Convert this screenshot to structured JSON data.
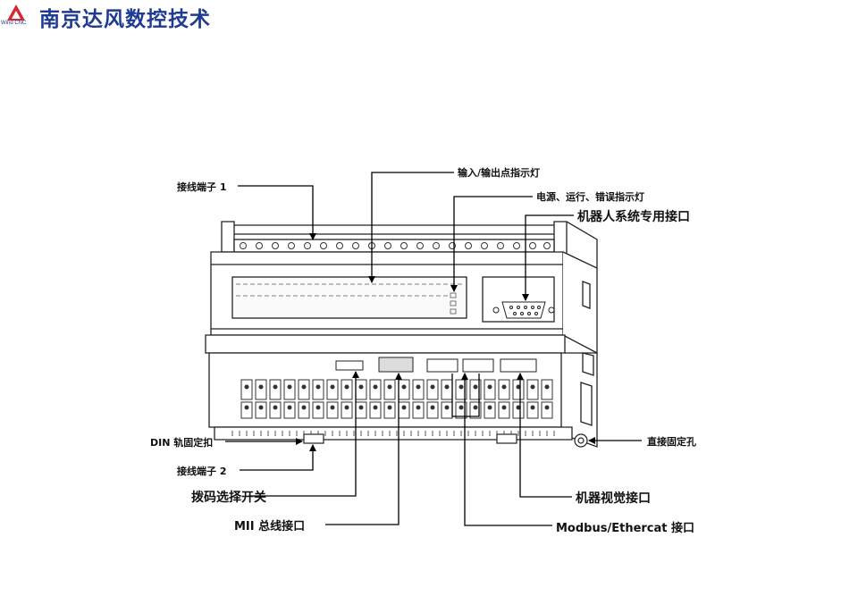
{
  "header": {
    "logo_text": "Wind CNC",
    "title": "南京达风数控技术",
    "brand_color": "#1f3a93",
    "logo_color": "#d7282f"
  },
  "callouts": {
    "io_leds": "输入/输出点指示灯",
    "terminal1": "接线端子 1",
    "status_leds": "电源、运行、错误指示灯",
    "robot_port": "机器人系统专用接口",
    "din_clip": "DIN 轨固定扣",
    "mount_hole": "直接固定孔",
    "terminal2": "接线端子 2",
    "dip_switch": "拨码选择开关",
    "vision_port": "机器视觉接口",
    "mii_port": "MII 总线接口",
    "modbus_port": "Modbus/Ethercat 接口"
  }
}
